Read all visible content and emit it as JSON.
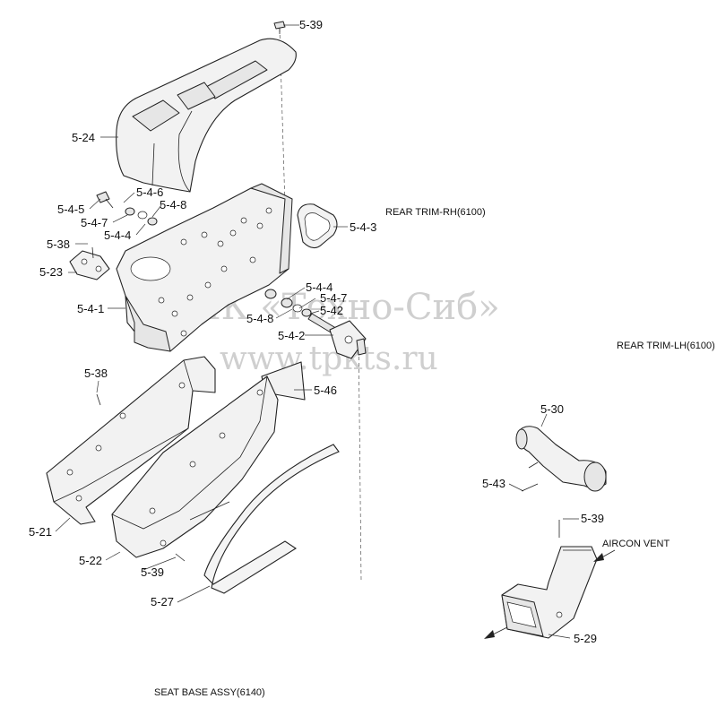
{
  "labels": {
    "p5_39_top": "5-39",
    "p5_24": "5-24",
    "p5_4_6": "5-4-6",
    "p5_4_5": "5-4-5",
    "p5_4_8a": "5-4-8",
    "p5_4_7a": "5-4-7",
    "p5_4_4a": "5-4-4",
    "p5_4_3": "5-4-3",
    "p5_38a": "5-38",
    "p5_23": "5-23",
    "p5_4_1": "5-4-1",
    "p5_4_4b": "5-4-4",
    "p5_4_7b": "5-4-7",
    "p5_4_8b": "5-4-8",
    "p5_42": "5-42",
    "p5_4_2": "5-4-2",
    "p5_38b": "5-38",
    "p5_46": "5-46",
    "p5_30": "5-30",
    "p5_43": "5-43",
    "p5_39_mid": "5-39",
    "p5_21": "5-21",
    "p5_22": "5-22",
    "p5_39_bot": "5-39",
    "p5_27": "5-27",
    "p5_29": "5-29"
  },
  "notes": {
    "rear_trim_rh": "REAR TRIM-RH(6100)",
    "rear_trim_lh": "REAR TRIM-LH(6100)",
    "aircon_vent": "AIRCON VENT",
    "seat_base": "SEAT BASE ASSY(6140)"
  },
  "watermark": {
    "line1": "ТПК «Техно-Сиб»",
    "line2": "www.tpkts.ru"
  }
}
